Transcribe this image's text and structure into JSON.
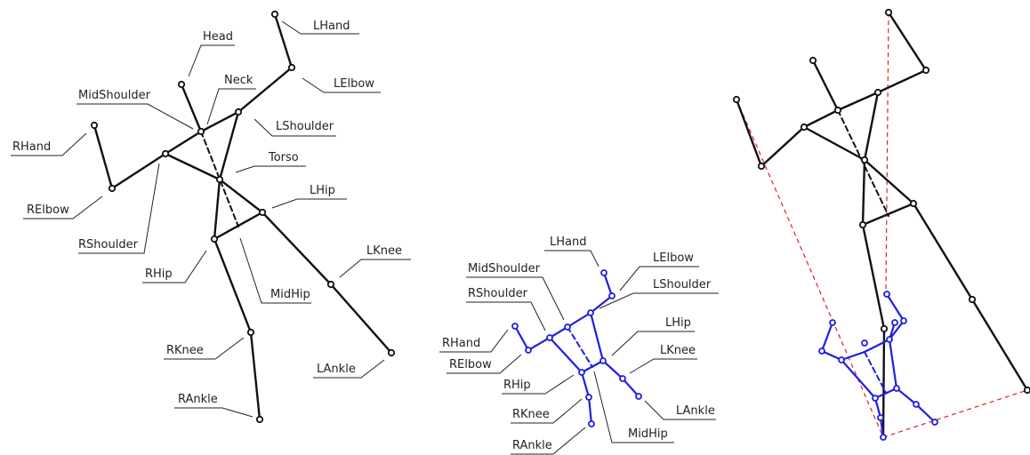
{
  "skeleton_left": {
    "labels": {
      "head": "Head",
      "neck": "Neck",
      "mid_shoulder": "MidShoulder",
      "l_hand": "LHand",
      "l_elbow": "LElbow",
      "l_shoulder": "LShoulder",
      "r_hand": "RHand",
      "r_elbow": "RElbow",
      "r_shoulder": "RShoulder",
      "torso": "Torso",
      "l_hip": "LHip",
      "r_hip": "RHip",
      "mid_hip": "MidHip",
      "l_knee": "LKnee",
      "l_ankle": "LAnkle",
      "r_knee": "RKnee",
      "r_ankle": "RAnkle"
    }
  },
  "skeleton_middle": {
    "labels": {
      "l_hand": "LHand",
      "l_elbow": "LElbow",
      "mid_shoulder": "MidShoulder",
      "l_shoulder": "LShoulder",
      "r_shoulder": "RShoulder",
      "l_hip": "LHip",
      "r_hand": "RHand",
      "l_knee": "LKnee",
      "r_elbow": "RElbow",
      "r_hip": "RHip",
      "l_ankle": "LAnkle",
      "r_knee": "RKnee",
      "mid_hip": "MidHip",
      "r_ankle": "RAnkle"
    }
  },
  "colors": {
    "reference_skeleton": "#111111",
    "target_skeleton": "#1f1fe0",
    "alignment_lines": "#e02020"
  }
}
